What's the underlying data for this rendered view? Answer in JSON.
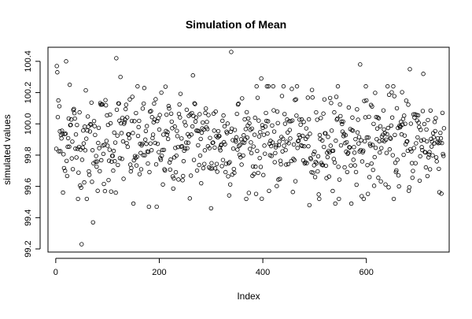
{
  "chart_data": {
    "type": "scatter",
    "title": "Simulation of Mean",
    "xlabel": "Index",
    "ylabel": "simulated values",
    "xlim": [
      -15,
      760
    ],
    "ylim": [
      99.18,
      100.49
    ],
    "xticks": [
      0,
      200,
      400,
      600
    ],
    "yticks": [
      99.2,
      99.4,
      99.6,
      99.8,
      100.0,
      100.2,
      100.4
    ],
    "ytick_labels": [
      "99.2",
      "99.4",
      "99.6",
      "99.8",
      "100.0",
      "100.2",
      "100.4"
    ],
    "grid": false,
    "legend": "none",
    "marker": "open-circle",
    "x": [
      1,
      750
    ],
    "mean": 99.89,
    "sd": 0.16,
    "notable_points": [
      {
        "x": 2,
        "y": 100.37
      },
      {
        "x": 3,
        "y": 100.33
      },
      {
        "x": 5,
        "y": 100.15
      },
      {
        "x": 20,
        "y": 100.4
      },
      {
        "x": 27,
        "y": 100.25
      },
      {
        "x": 50,
        "y": 99.23
      },
      {
        "x": 60,
        "y": 99.52
      },
      {
        "x": 72,
        "y": 99.37
      },
      {
        "x": 95,
        "y": 99.57
      },
      {
        "x": 117,
        "y": 100.42
      },
      {
        "x": 125,
        "y": 100.3
      },
      {
        "x": 150,
        "y": 99.49
      },
      {
        "x": 180,
        "y": 99.47
      },
      {
        "x": 195,
        "y": 99.47
      },
      {
        "x": 265,
        "y": 100.31
      },
      {
        "x": 300,
        "y": 99.46
      },
      {
        "x": 339,
        "y": 100.46
      },
      {
        "x": 397,
        "y": 100.29
      },
      {
        "x": 440,
        "y": 100.24
      },
      {
        "x": 490,
        "y": 99.48
      },
      {
        "x": 540,
        "y": 99.49
      },
      {
        "x": 571,
        "y": 99.49
      },
      {
        "x": 588,
        "y": 100.38
      },
      {
        "x": 684,
        "y": 100.35
      },
      {
        "x": 710,
        "y": 100.32
      },
      {
        "x": 736,
        "y": 99.76
      }
    ]
  }
}
